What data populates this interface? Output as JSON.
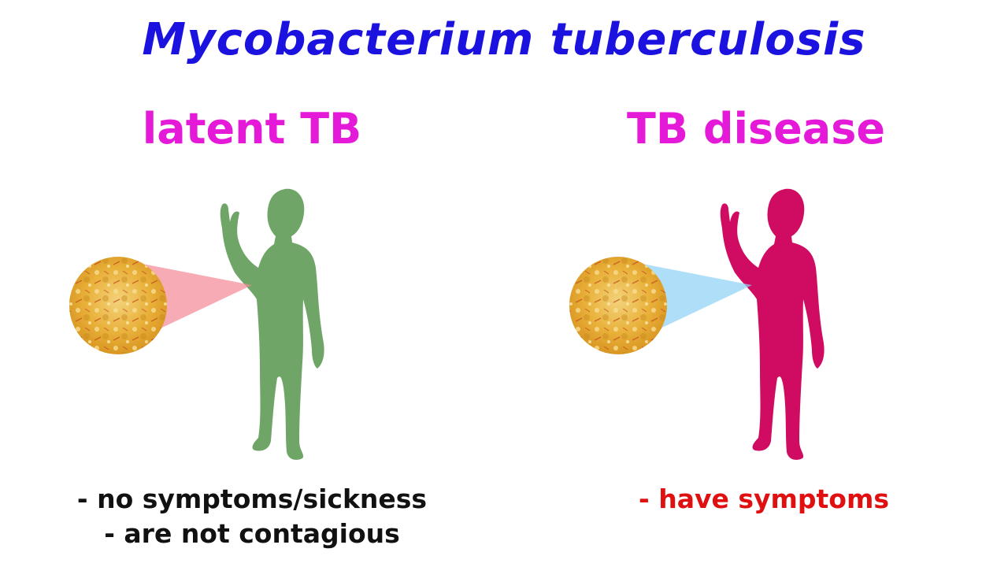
{
  "title": "Mycobacterium tuberculosis",
  "panels": [
    {
      "heading": "latent TB",
      "points": [
        "- no symptoms/sickness",
        "- are not contagious"
      ],
      "figure_color": "#6fa567",
      "cone_color": "#f48b97",
      "points_color": "#111111"
    },
    {
      "heading": "TB disease",
      "points": [
        "- have symptoms"
      ],
      "figure_color": "#cf0b62",
      "cone_color": "#90d2f5",
      "points_color": "#e01010"
    }
  ],
  "colors": {
    "title": "#1b12e0",
    "heading": "#e41ad8",
    "background": "#ffffff",
    "micrograph_base": "#e9b13a"
  }
}
